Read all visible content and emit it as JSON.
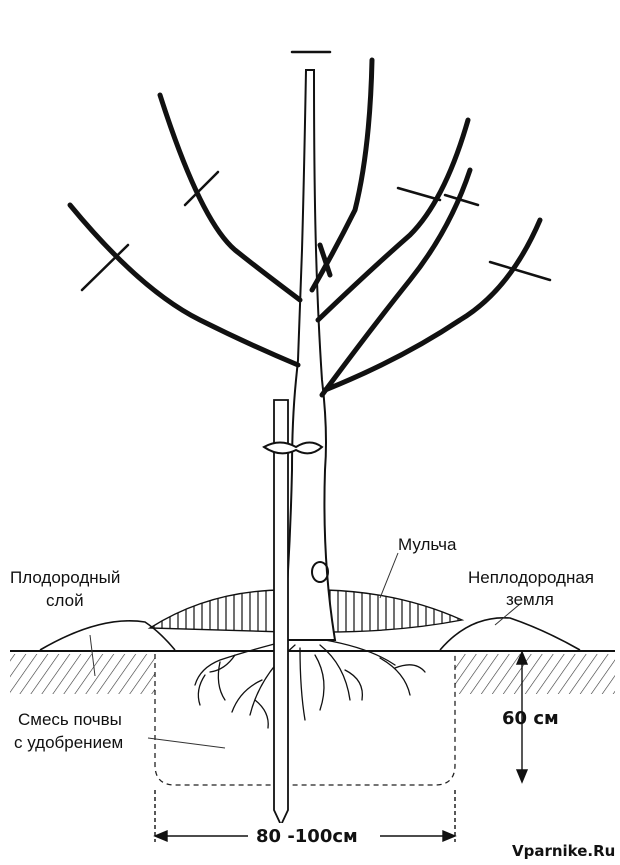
{
  "labels": {
    "fertile_layer_line1": "Плодородный",
    "fertile_layer_line2": "слой",
    "mulch": "Мульча",
    "infertile_soil_line1": "Неплодородная",
    "infertile_soil_line2": "земля",
    "soil_mix_line1": "Смесь почвы",
    "soil_mix_line2": "с удобрением"
  },
  "dimensions": {
    "depth": "60 см",
    "width": "80 -100см"
  },
  "watermark": "Vparnike.Ru",
  "colors": {
    "ink": "#111111",
    "background": "#ffffff"
  }
}
